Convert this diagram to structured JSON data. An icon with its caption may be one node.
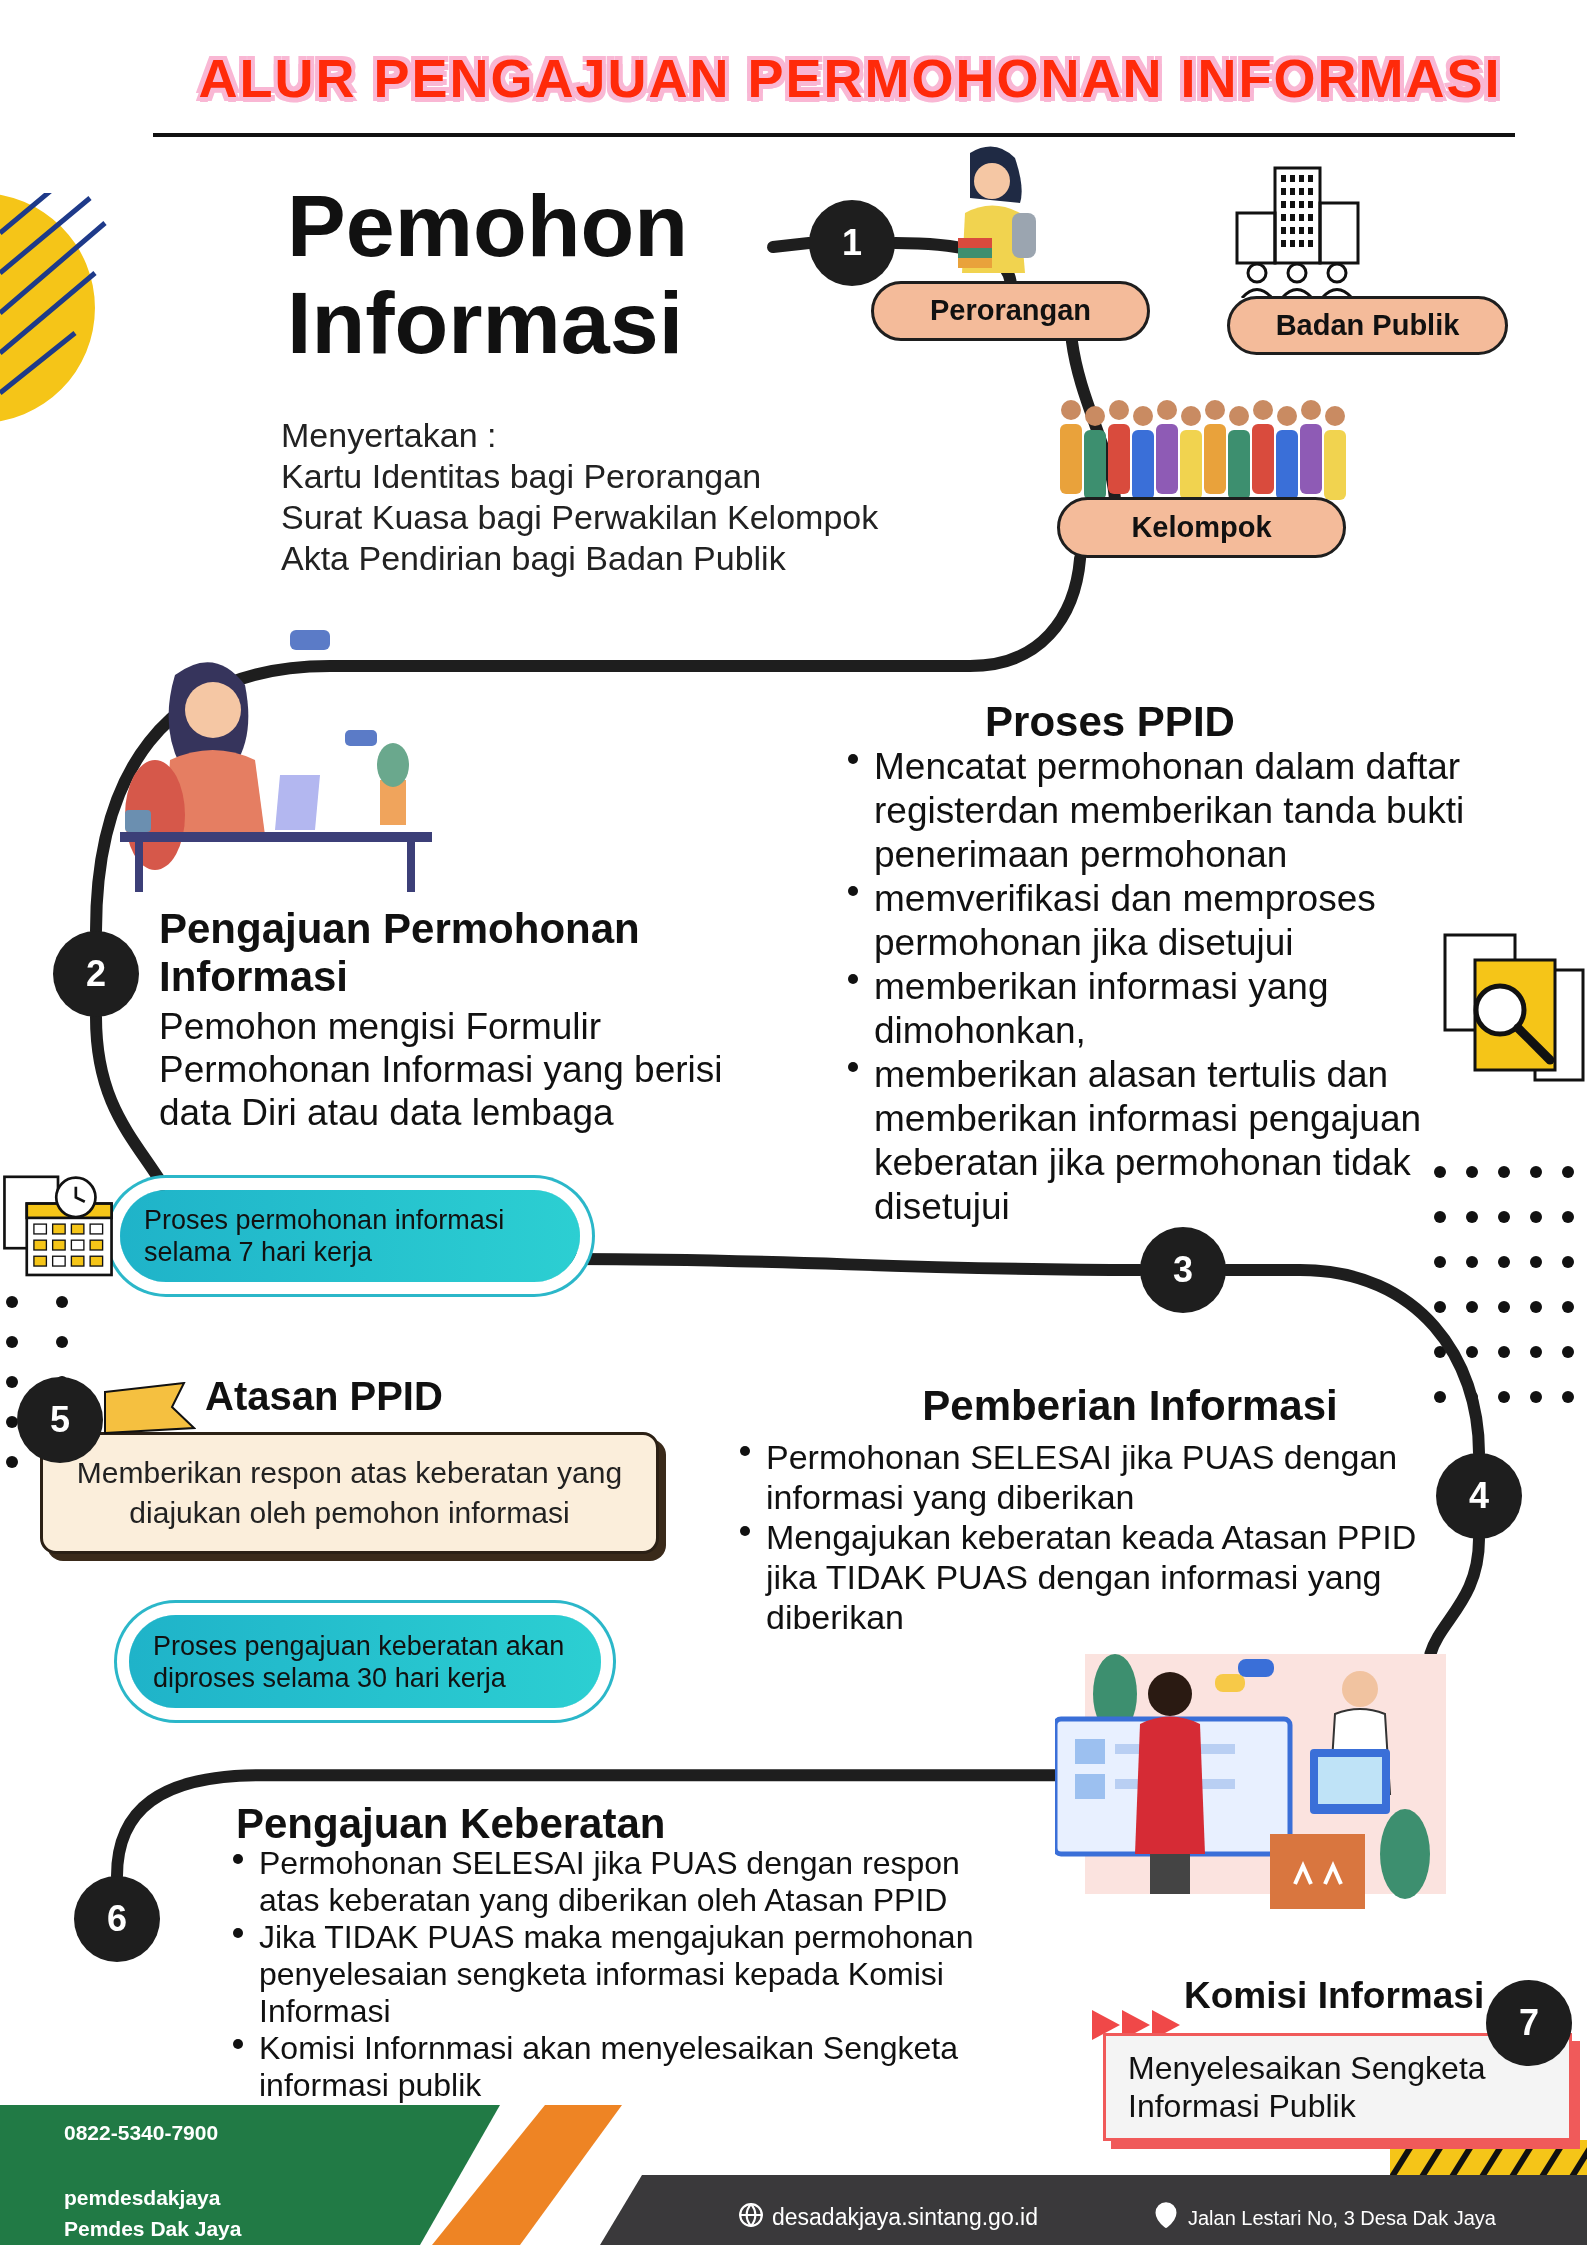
{
  "diagram": {
    "title": "ALUR PENGAJUAN PERMOHONAN INFORMASI",
    "nodes": [
      {
        "text": [
          "1"
        ]
      },
      {
        "text": [
          "Perorangan"
        ]
      },
      {
        "text": [
          "Badan Publik"
        ]
      },
      {
        "text": [
          "Kelompok"
        ]
      },
      {
        "text": [
          "2"
        ]
      },
      {
        "text": [
          "Proses permohonan informasi selama 7 hari kerja"
        ]
      },
      {
        "text": [
          "3"
        ]
      },
      {
        "text": [
          "4"
        ]
      },
      {
        "text": [
          "5"
        ]
      },
      {
        "text": [
          "Memberikan respon atas keberatan yang diajukan oleh pemohon informasi"
        ]
      },
      {
        "text": [
          "Proses pengajuan keberatan akan diproses selama 30 hari kerja"
        ]
      },
      {
        "text": [],
        "shape": "picture"
      },
      {
        "text": [
          "6"
        ]
      },
      {
        "text": [
          "Menyelesaikan Sengketa Informasi Publik"
        ]
      },
      {
        "text": [
          "7"
        ]
      },
      {
        "text": [],
        "shape": "banner"
      }
    ],
    "edges": [
      {
        "from": null,
        "to": 0,
        "arrow": "none"
      },
      {
        "from": 0,
        "to": 1,
        "arrow": "none"
      },
      {
        "from": 1,
        "to": 3,
        "arrow": "none"
      },
      {
        "from": 3,
        "to": 4,
        "arrow": "none"
      },
      {
        "from": 4,
        "to": 5,
        "arrow": "none"
      },
      {
        "from": 5,
        "to": 6,
        "arrow": "none"
      },
      {
        "from": 6,
        "to": 7,
        "arrow": "none"
      },
      {
        "from": 7,
        "to": 11,
        "arrow": "none"
      },
      {
        "from": 11,
        "to": 12,
        "arrow": "none"
      }
    ],
    "labels": [
      "Pemohon Informasi",
      "Menyertakan :",
      "Kartu Identitas bagi Perorangan",
      "Surat Kuasa bagi Perwakilan Kelompok",
      "Akta Pendirian bagi Badan Publik",
      "Proses PPID",
      "Mencatat permohonan dalam daftar registerdan memberikan tanda bukti penerimaan permohonan",
      "memverifikasi dan memproses permohonan jika disetujui",
      "memberikan informasi yang dimohonkan,",
      "memberikan alasan tertulis dan memberikan informasi pengajuan keberatan jika permohonan tidak disetujui",
      "Pengajuan Permohonan Informasi",
      "Pemohon mengisi Formulir Permohonan Informasi yang berisi data Diri atau data lembaga",
      "Atasan PPID",
      "Pemberian Informasi",
      "Permohonan SELESAI jika PUAS dengan informasi yang diberikan",
      "Mengajukan keberatan keada Atasan PPID jika TIDAK PUAS dengan informasi yang diberikan",
      "Pengajuan Keberatan",
      "Permohonan SELESAI jika PUAS dengan respon atas keberatan yang diberikan oleh Atasan PPID",
      "Jika TIDAK PUAS maka mengajukan permohonan penyelesaian sengketa informasi kepada Komisi Informasi",
      "Komisi Infornmasi akan menyelesaikan Sengketa informasi publik",
      "Komisi Informasi",
      "0822-5340-7900",
      "pemdesdakjaya",
      "Pemdes Dak Jaya",
      "desadakjaya.sintang.go.id",
      "Jalan Lestari No, 3 Desa Dak Jaya"
    ]
  }
}
